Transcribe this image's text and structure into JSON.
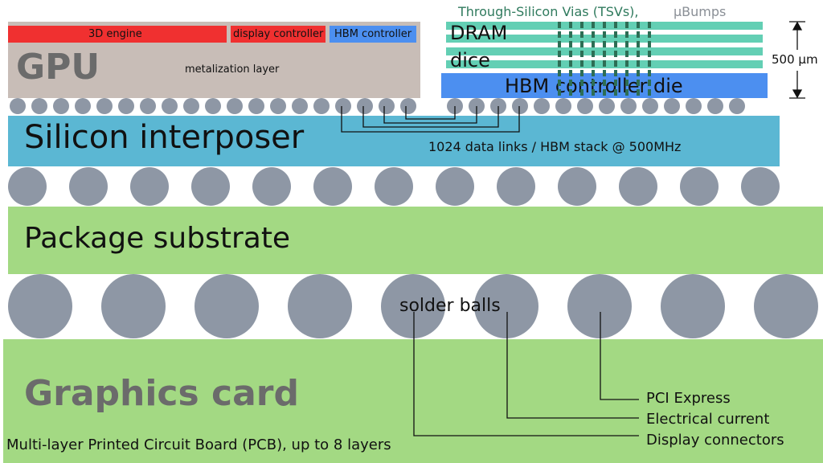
{
  "colors": {
    "gpu": "#c8bdb7",
    "red_block": "#f03030",
    "blue_block": "#4c8ff0",
    "dram": "#63cfb4",
    "tsv": "#2d6e55",
    "interposer": "#5bb7d3",
    "substrate": "#a3d983",
    "ball": "#8e97a5",
    "pcb": "#a3d983",
    "gpu_text": "#6b6b6b",
    "tsv_label": "#2f7a5d",
    "ubump_label": "#8a8f96"
  },
  "gpu": {
    "title": "GPU",
    "metal_label": "metalization layer",
    "blocks": [
      {
        "label": "3D engine",
        "kind": "red"
      },
      {
        "label": "display controller",
        "kind": "red"
      },
      {
        "label": "HBM controller",
        "kind": "blue"
      }
    ]
  },
  "hbm": {
    "tsv_label": "Through-Silicon Vias (TSVs),",
    "ubump_label": "µBumps",
    "dram_label_1": "DRAM",
    "dram_label_2": "dice",
    "controller_label": "HBM controller die",
    "dimension_label": "500 µm",
    "dram_layers": 4
  },
  "interposer": {
    "title": "Silicon interposer",
    "link_label": "1024 data links / HBM stack @ 500MHz"
  },
  "substrate": {
    "title": "Package substrate"
  },
  "solder": {
    "label": "solder balls"
  },
  "pcb": {
    "title": "Graphics card",
    "subtitle": "Multi-layer Printed Circuit Board (PCB), up to 8 layers",
    "connections": [
      {
        "label": "PCI Express"
      },
      {
        "label": "Electrical current"
      },
      {
        "label": "Display connectors"
      }
    ]
  }
}
